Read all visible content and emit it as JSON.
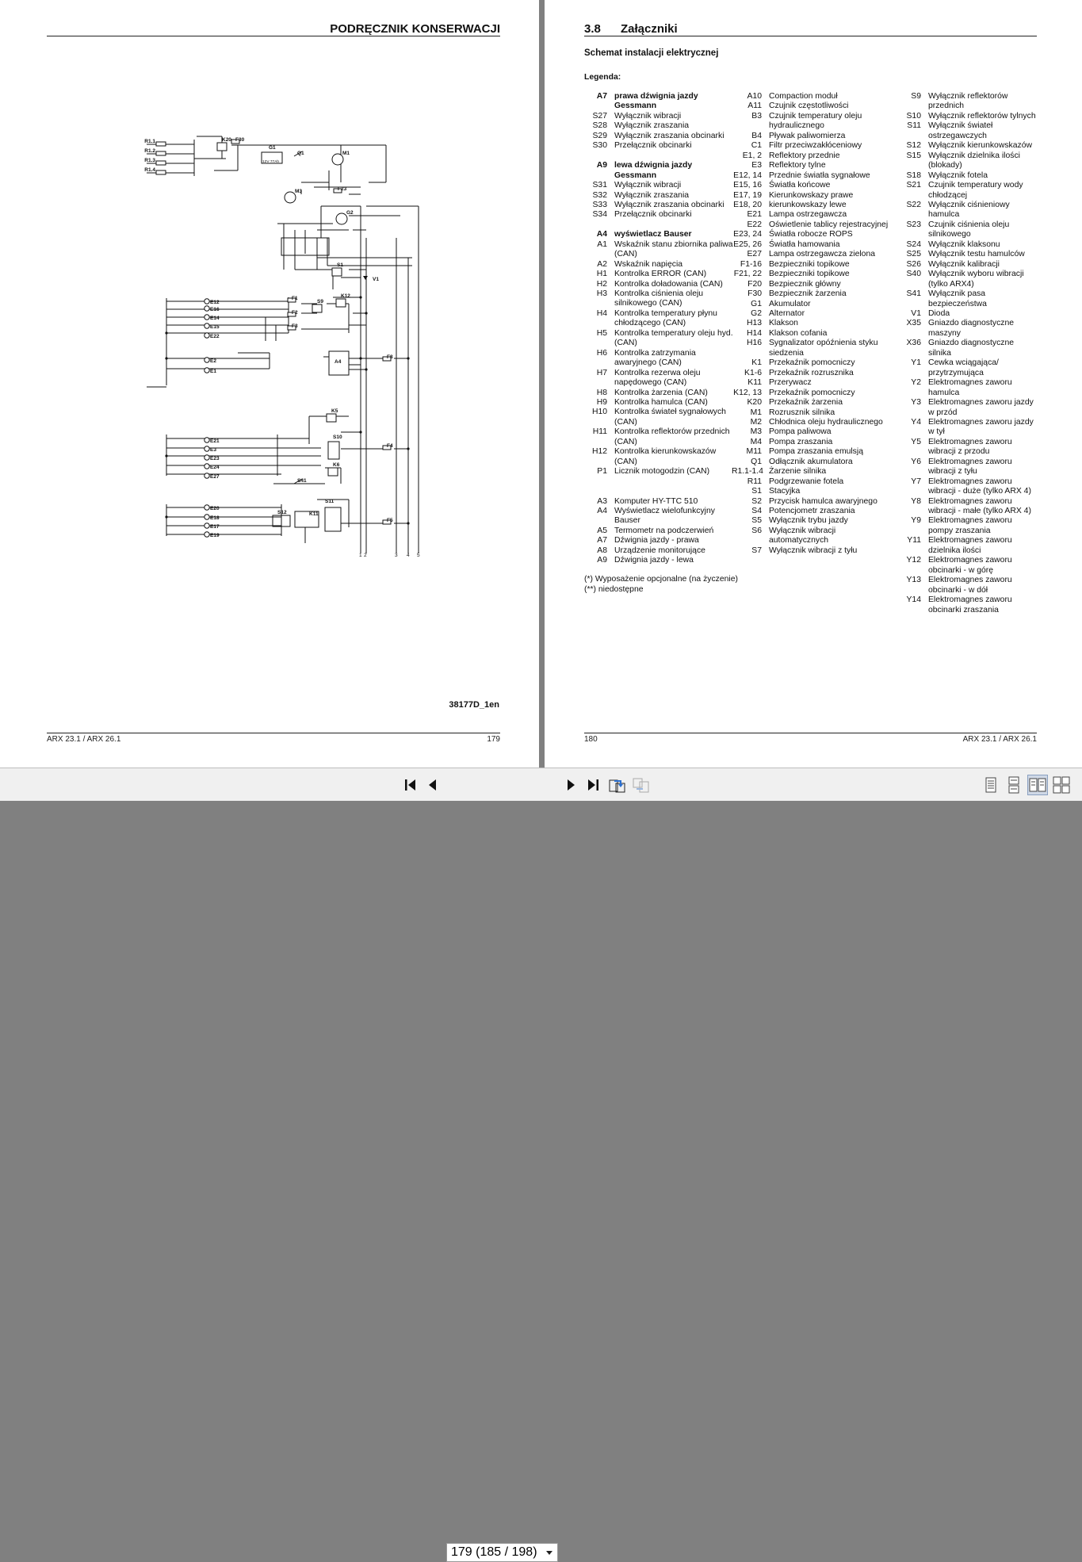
{
  "left_page": {
    "header_title": "PODRĘCZNIK KONSERWACJI",
    "drawing_code": "38177D_1en",
    "footer_left": "ARX 23.1 / ARX 26.1",
    "footer_right": "179",
    "schematic": {
      "components": [
        "R1.1",
        "R1.2",
        "R1.3",
        "R1.4",
        "K20",
        "F30",
        "G1",
        "Q1",
        "M1",
        "M3",
        "F23",
        "G2",
        "S1",
        "V1",
        "F1",
        "S9",
        "K12",
        "F2",
        "F3",
        "A4",
        "F8",
        "E12",
        "E16",
        "E14",
        "E15",
        "E22",
        "E2",
        "E1",
        "K5",
        "S10",
        "F4",
        "E21",
        "E3",
        "E23",
        "E24",
        "E27",
        "K6",
        "S41",
        "S11",
        "E20",
        "E18",
        "E17",
        "E19",
        "S12",
        "K11",
        "F5"
      ],
      "battery_label": "12V  77Ah",
      "bottom_terminals": [
        "1",
        "2",
        "3",
        "4",
        "5"
      ]
    }
  },
  "right_page": {
    "section_number": "3.8",
    "section_title": "Załączniki",
    "subtitle": "Schemat instalacji elektrycznej",
    "legend_label": "Legenda:",
    "footer_left": "180",
    "footer_right": "ARX 23.1 / ARX 26.1",
    "legend_col1": [
      {
        "k": "A7",
        "v": "prawa dźwignia jazdy Gessmann",
        "bold": true
      },
      {
        "k": "S27",
        "v": "Wyłącznik wibracji"
      },
      {
        "k": "S28",
        "v": "Wyłącznik zraszania"
      },
      {
        "k": "S29",
        "v": "Wyłącznik zraszania obcinarki"
      },
      {
        "k": "S30",
        "v": "Przełącznik obcinarki"
      },
      {
        "gap": true
      },
      {
        "k": "A9",
        "v": "lewa dźwignia jazdy Gessmann",
        "bold": true
      },
      {
        "k": "S31",
        "v": "Wyłącznik wibracji"
      },
      {
        "k": "S32",
        "v": "Wyłącznik zraszania"
      },
      {
        "k": "S33",
        "v": "Wyłącznik zraszania obcinarki"
      },
      {
        "k": "S34",
        "v": "Przełącznik obcinarki"
      },
      {
        "gap": true
      },
      {
        "k": "A4",
        "v": "wyświetlacz Bauser",
        "bold": true
      },
      {
        "k": "A1",
        "v": "Wskaźnik stanu zbiornika paliwa (CAN)"
      },
      {
        "k": "A2",
        "v": "Wskaźnik napięcia"
      },
      {
        "k": "H1",
        "v": "Kontrolka ERROR (CAN)"
      },
      {
        "k": "H2",
        "v": "Kontrolka doładowania (CAN)"
      },
      {
        "k": "H3",
        "v": "Kontrolka ciśnienia oleju silnikowego (CAN)"
      },
      {
        "k": "H4",
        "v": "Kontrolka temperatury płynu chłodzącego (CAN)"
      },
      {
        "k": "H5",
        "v": "Kontrolka temperatury oleju hyd. (CAN)"
      },
      {
        "k": "H6",
        "v": "Kontrolka zatrzymania awaryjnego (CAN)"
      },
      {
        "k": "H7",
        "v": "Kontrolka rezerwa oleju napędowego (CAN)"
      },
      {
        "k": "H8",
        "v": "Kontrolka żarzenia (CAN)"
      },
      {
        "k": "H9",
        "v": "Kontrolka hamulca (CAN)"
      },
      {
        "k": "H10",
        "v": "Kontrolka świateł sygnałowych (CAN)"
      },
      {
        "k": "H11",
        "v": "Kontrolka reflektorów przednich (CAN)"
      },
      {
        "k": "H12",
        "v": "Kontrolka kierunkowskazów (CAN)"
      },
      {
        "k": "P1",
        "v": "Licznik motogodzin (CAN)"
      },
      {
        "gap": true
      },
      {
        "gap": true
      },
      {
        "k": "A3",
        "v": "Komputer HY-TTC 510"
      },
      {
        "k": "A4",
        "v": "Wyświetlacz wielofunkcyjny Bauser"
      },
      {
        "k": "A5",
        "v": "Termometr na podczerwień"
      },
      {
        "k": "A7",
        "v": "Dźwignia jazdy - prawa"
      },
      {
        "k": "A8",
        "v": "Urządzenie monitorujące"
      },
      {
        "k": "A9",
        "v": "Dźwignia jazdy - lewa"
      }
    ],
    "legend_col2": [
      {
        "k": "A10",
        "v": "Compaction moduł"
      },
      {
        "k": "A11",
        "v": "Czujnik częstotliwości"
      },
      {
        "k": "B3",
        "v": "Czujnik temperatury oleju hydraulicznego"
      },
      {
        "k": "B4",
        "v": "Pływak paliwomierza"
      },
      {
        "k": "C1",
        "v": "Filtr przeciwzakłóceniowy"
      },
      {
        "k": "E1, 2",
        "v": "Reflektory przednie"
      },
      {
        "k": "E3",
        "v": "Reflektory tylne"
      },
      {
        "k": "E12, 14",
        "v": "Przednie światła sygnałowe"
      },
      {
        "k": "E15, 16",
        "v": "Światła końcowe"
      },
      {
        "k": "E17, 19",
        "v": "Kierunkowskazy prawe"
      },
      {
        "k": "E18, 20",
        "v": "kierunkowskazy lewe"
      },
      {
        "k": "E21",
        "v": "Lampa ostrzegawcza"
      },
      {
        "k": "E22",
        "v": "Oświetlenie tablicy rejestracyjnej"
      },
      {
        "k": "E23, 24",
        "v": "Światła robocze ROPS"
      },
      {
        "k": "E25, 26",
        "v": "Światła hamowania"
      },
      {
        "k": "E27",
        "v": "Lampa ostrzegawcza zielona"
      },
      {
        "k": "F1-16",
        "v": "Bezpieczniki topikowe"
      },
      {
        "k": "F21, 22",
        "v": "Bezpieczniki topikowe"
      },
      {
        "k": "F20",
        "v": "Bezpiecznik główny"
      },
      {
        "k": "F30",
        "v": "Bezpiecznik żarzenia"
      },
      {
        "k": "G1",
        "v": "Akumulator"
      },
      {
        "k": "G2",
        "v": "Alternator"
      },
      {
        "k": "H13",
        "v": "Klakson"
      },
      {
        "k": "H14",
        "v": "Klakson cofania"
      },
      {
        "k": "H16",
        "v": "Sygnalizator opóźnienia styku siedzenia"
      },
      {
        "k": "K1",
        "v": "Przekaźnik pomocniczy"
      },
      {
        "k": "K1-6",
        "v": "Przekaźnik rozrusznika"
      },
      {
        "k": "K11",
        "v": "Przerywacz"
      },
      {
        "k": "K12, 13",
        "v": "Przekaźnik pomocniczy"
      },
      {
        "k": "K20",
        "v": "Przekaźnik żarzenia"
      },
      {
        "k": "M1",
        "v": "Rozrusznik silnika"
      },
      {
        "k": "M2",
        "v": "Chłodnica oleju hydraulicznego"
      },
      {
        "k": "M3",
        "v": "Pompa paliwowa"
      },
      {
        "k": "M4",
        "v": "Pompa zraszania"
      },
      {
        "k": "M11",
        "v": "Pompa zraszania emulsją"
      },
      {
        "k": "Q1",
        "v": "Odłącznik akumulatora"
      },
      {
        "k": "R1.1-1.4",
        "v": "Żarzenie silnika"
      },
      {
        "k": "R11",
        "v": "Podgrzewanie fotela"
      },
      {
        "k": "S1",
        "v": "Stacyjka"
      },
      {
        "k": "S2",
        "v": "Przycisk hamulca awaryjnego"
      },
      {
        "k": "S4",
        "v": "Potencjometr zraszania"
      },
      {
        "k": "S5",
        "v": "Wyłącznik trybu jazdy"
      },
      {
        "k": "S6",
        "v": "Wyłącznik wibracji automatycznych"
      },
      {
        "k": "S7",
        "v": "Wyłącznik wibracji z tyłu"
      }
    ],
    "legend_col3": [
      {
        "k": "S9",
        "v": "Wyłącznik reflektorów przednich"
      },
      {
        "k": "S10",
        "v": "Wyłącznik reflektorów tylnych"
      },
      {
        "k": "S11",
        "v": "Wyłącznik świateł ostrzegawczych"
      },
      {
        "k": "S12",
        "v": "Wyłącznik kierunkowskazów"
      },
      {
        "k": "S15",
        "v": "Wyłącznik dzielnika ilości (blokady)"
      },
      {
        "k": "S18",
        "v": "Wyłącznik fotela"
      },
      {
        "k": "S21",
        "v": "Czujnik temperatury wody chłodzącej"
      },
      {
        "k": "S22",
        "v": "Wyłącznik ciśnieniowy hamulca"
      },
      {
        "k": "S23",
        "v": "Czujnik ciśnienia oleju silnikowego"
      },
      {
        "k": "S24",
        "v": "Wyłącznik klaksonu"
      },
      {
        "k": "S25",
        "v": "Wyłącznik testu hamulców"
      },
      {
        "k": "S26",
        "v": "Wyłącznik kalibracji"
      },
      {
        "k": "S40",
        "v": "Wyłącznik wyboru wibracji (tylko ARX4)"
      },
      {
        "k": "S41",
        "v": "Wyłącznik pasa bezpieczeństwa"
      },
      {
        "k": "V1",
        "v": "Dioda"
      },
      {
        "k": "X35",
        "v": "Gniazdo diagnostyczne maszyny"
      },
      {
        "k": "X36",
        "v": "Gniazdo diagnostyczne silnika"
      },
      {
        "k": "Y1",
        "v": "Cewka wciągająca/ przytrzymująca"
      },
      {
        "k": "Y2",
        "v": "Elektromagnes zaworu hamulca"
      },
      {
        "k": "Y3",
        "v": "Elektromagnes zaworu jazdy w przód"
      },
      {
        "k": "Y4",
        "v": "Elektromagnes zaworu jazdy w tył"
      },
      {
        "k": "Y5",
        "v": "Elektromagnes zaworu wibracji z przodu"
      },
      {
        "k": "Y6",
        "v": "Elektromagnes zaworu wibracji z tyłu"
      },
      {
        "k": "Y7",
        "v": "Elektromagnes zaworu wibracji - duże (tylko ARX 4)"
      },
      {
        "k": "Y8",
        "v": "Elektromagnes zaworu wibracji - małe (tylko ARX 4)"
      },
      {
        "k": "Y9",
        "v": "Elektromagnes zaworu pompy zraszania"
      },
      {
        "k": "Y11",
        "v": "Elektromagnes zaworu dzielnika ilości"
      },
      {
        "k": "Y12",
        "v": "Elektromagnes zaworu obcinarki - w górę"
      },
      {
        "k": "Y13",
        "v": "Elektromagnes zaworu obcinarki - w dół"
      },
      {
        "k": "Y14",
        "v": "Elektromagnes zaworu obcinarki zraszania"
      }
    ],
    "notes": [
      "(*) Wyposażenie opcjonalne (na życzenie)",
      "(**) niedostępne"
    ]
  },
  "toolbar": {
    "page_indicator": "179 (185 / 198)",
    "icons": [
      "first-page-icon",
      "previous-page-icon",
      "next-page-icon",
      "last-page-icon",
      "go-back-icon",
      "go-forward-icon",
      "single-page-view-icon",
      "continuous-view-icon",
      "facing-view-icon",
      "continuous-facing-view-icon"
    ]
  }
}
